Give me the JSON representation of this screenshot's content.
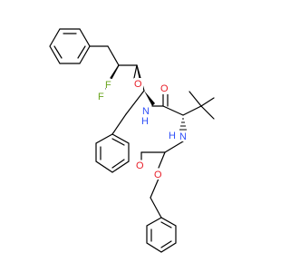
{
  "colors": {
    "bond": "#000000",
    "oxygen": "#e8202a",
    "nitrogen": "#3050f8",
    "fluorine": "#6aa51f",
    "hydrogen_on_nitrogen": "#3050f8",
    "background": "#ffffff"
  },
  "atoms": {
    "F1": "F",
    "F2": "F",
    "O_ketone": "O",
    "O_amide": "O",
    "O_carbamate_carbonyl": "O",
    "O_carbamate_ester": "O",
    "N_amide": "N",
    "N_carbamate": "N",
    "H_amide": "H",
    "H_carbamate": "H"
  }
}
